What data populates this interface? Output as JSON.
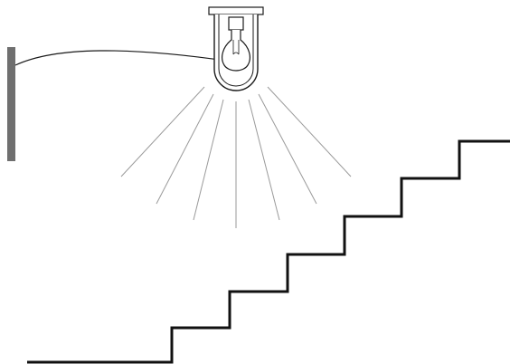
{
  "colors": {
    "background": "#ffffff",
    "outline": "#1a1a1a",
    "wall": "#6f6f6f",
    "rays": "#9a9a9a",
    "stairs": "#111111"
  },
  "elements": {
    "wall": "wall-switch",
    "connector": "curved-arrow",
    "lamp": "ceiling-lamp",
    "bulb": "light-bulb",
    "rays": "light-rays",
    "stairs": "staircase"
  }
}
